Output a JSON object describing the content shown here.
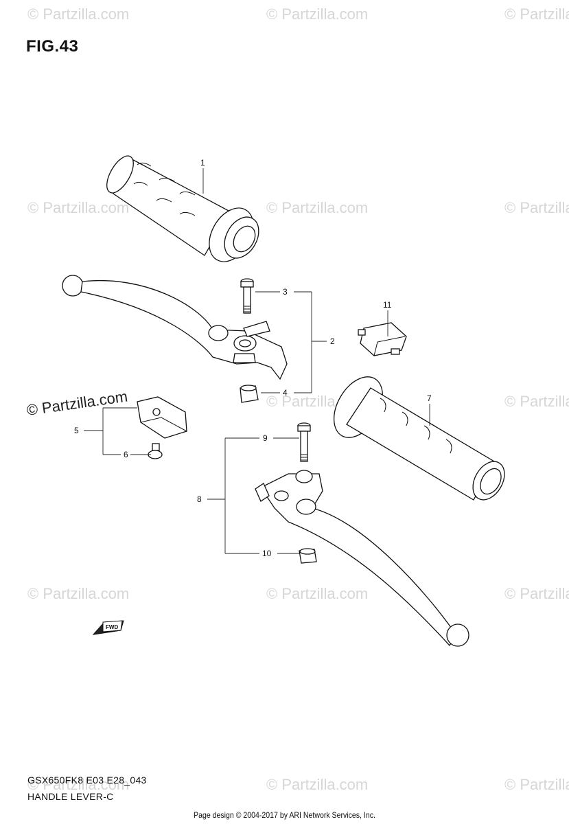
{
  "figure": {
    "title": "FIG.43"
  },
  "watermark": {
    "text": "© Partzilla.com"
  },
  "emphasized_watermark": {
    "text": "© Partzilla.com"
  },
  "fwd_badge": {
    "text": "FWD"
  },
  "callouts": [
    "1",
    "2",
    "3",
    "4",
    "5",
    "6",
    "7",
    "8",
    "9",
    "10",
    "11"
  ],
  "footer": {
    "model_code": "GSX650FK8 E03 E28_043",
    "group_name": "HANDLE LEVER-C",
    "credit": "Page design © 2004-2017 by ARI Network Services, Inc."
  }
}
